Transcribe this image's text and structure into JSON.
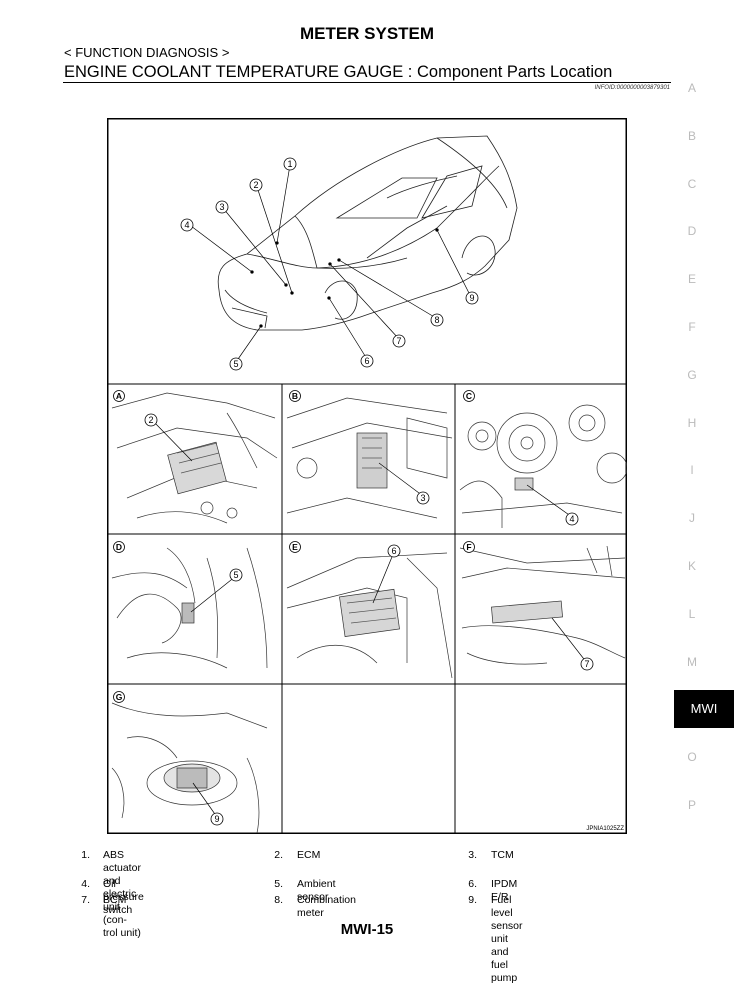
{
  "header": {
    "title": "METER SYSTEM",
    "breadcrumb": "< FUNCTION DIAGNOSIS >",
    "section_title": "ENGINE COOLANT TEMPERATURE GAUGE : Component Parts Location",
    "info_id": "INFOID:0000000003879301"
  },
  "figure": {
    "code": "JPNIA1025ZZ",
    "overview_callouts": [
      "1",
      "2",
      "3",
      "4",
      "5",
      "6",
      "7",
      "8",
      "9"
    ],
    "panels": [
      {
        "letter": "A",
        "callout": "2"
      },
      {
        "letter": "B",
        "callout": "3"
      },
      {
        "letter": "C",
        "callout": "4"
      },
      {
        "letter": "D",
        "callout": "5"
      },
      {
        "letter": "E",
        "callout": "6"
      },
      {
        "letter": "F",
        "callout": "7"
      },
      {
        "letter": "G",
        "callout": "9"
      }
    ]
  },
  "legend": [
    {
      "num": "1.",
      "label": "ABS actuator and electric unit (con-",
      "label2": "trol unit)"
    },
    {
      "num": "2.",
      "label": "ECM"
    },
    {
      "num": "3.",
      "label": "TCM"
    },
    {
      "num": "4.",
      "label": "Oil pressure switch"
    },
    {
      "num": "5.",
      "label": "Ambient sensor"
    },
    {
      "num": "6.",
      "label": "IPDM E/R"
    },
    {
      "num": "7.",
      "label": "BCM"
    },
    {
      "num": "8.",
      "label": "Combination meter"
    },
    {
      "num": "9.",
      "label": "Fuel level sensor unit and fuel pump"
    }
  ],
  "side_index": {
    "items": [
      "A",
      "B",
      "C",
      "D",
      "E",
      "F",
      "G",
      "H",
      "I",
      "J",
      "K",
      "L",
      "M",
      "MWI",
      "O",
      "P"
    ],
    "active": "MWI"
  },
  "footer": {
    "page_number": "MWI-15"
  }
}
